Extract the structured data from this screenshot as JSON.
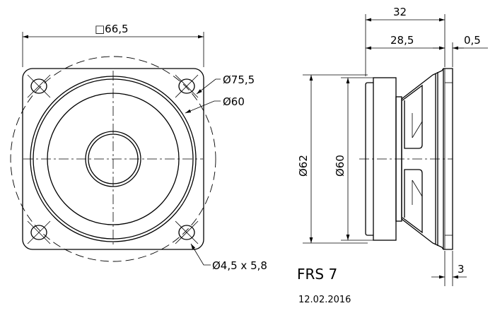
{
  "drawing": {
    "front_view": {
      "width_dim": "□66,5",
      "bolt_circle_dim": "Ø75,5",
      "cutout_dim": "Ø60",
      "hole_dim": "Ø4,5 x 5,8"
    },
    "side_view": {
      "depth_total": "32",
      "depth_body": "28,5",
      "flange_gap": "0,5",
      "outer_diameter": "Ø62",
      "inner_diameter": "Ø60",
      "flange_thickness": "3"
    },
    "model": "FRS 7",
    "date": "12.02.2016"
  }
}
